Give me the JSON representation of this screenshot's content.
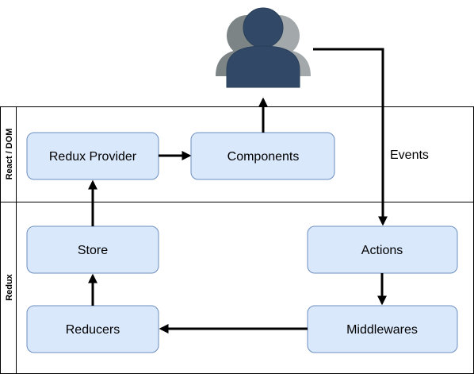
{
  "lanes": {
    "react_dom": "React / DOM",
    "redux": "Redux"
  },
  "nodes": {
    "redux_provider": "Redux Provider",
    "components": "Components",
    "store": "Store",
    "actions": "Actions",
    "reducers": "Reducers",
    "middlewares": "Middlewares"
  },
  "edges": {
    "events_label": "Events"
  },
  "icons": {
    "user_group": "user-group-icon"
  },
  "colors": {
    "node_fill": "#dae8fc",
    "node_stroke": "#6c8ebf",
    "user_front": "#314866",
    "user_back_left": "#7d8486",
    "user_back_right": "#a3a9ab"
  }
}
